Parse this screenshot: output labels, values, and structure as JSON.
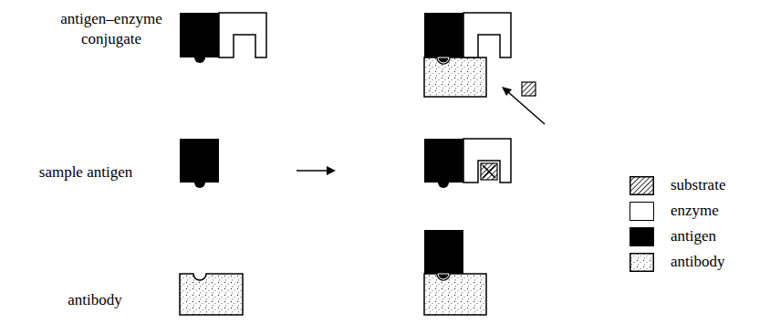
{
  "diagram": {
    "labels": [
      "antigen–enzyme conjugate",
      "sample antigen",
      "antibody"
    ],
    "legend": [
      {
        "text": "substrate"
      },
      {
        "text": "enzyme",
        "color": "#ffffff"
      },
      {
        "text": "antigen",
        "color": "#000000"
      },
      {
        "text": "antibody"
      }
    ]
  }
}
